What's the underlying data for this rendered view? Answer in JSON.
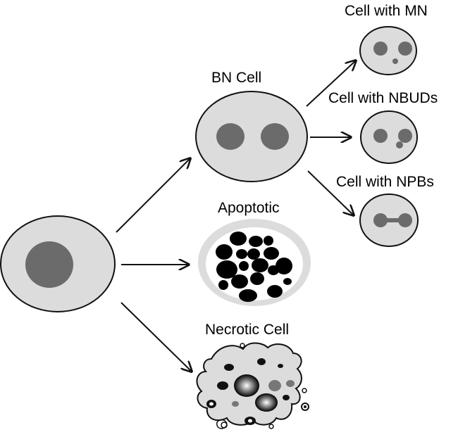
{
  "labels": {
    "bn_cell": "BN Cell",
    "apoptotic": "Apoptotic",
    "necrotic": "Necrotic Cell",
    "mn": "Cell with MN",
    "nbuds": "Cell with NBUDs",
    "npbs": "Cell with NPBs"
  },
  "colors": {
    "cytoplasm": "#dcdcdc",
    "nucleus": "#6b6b6b",
    "outline": "#111111",
    "apoptotic_body": "#000000"
  }
}
